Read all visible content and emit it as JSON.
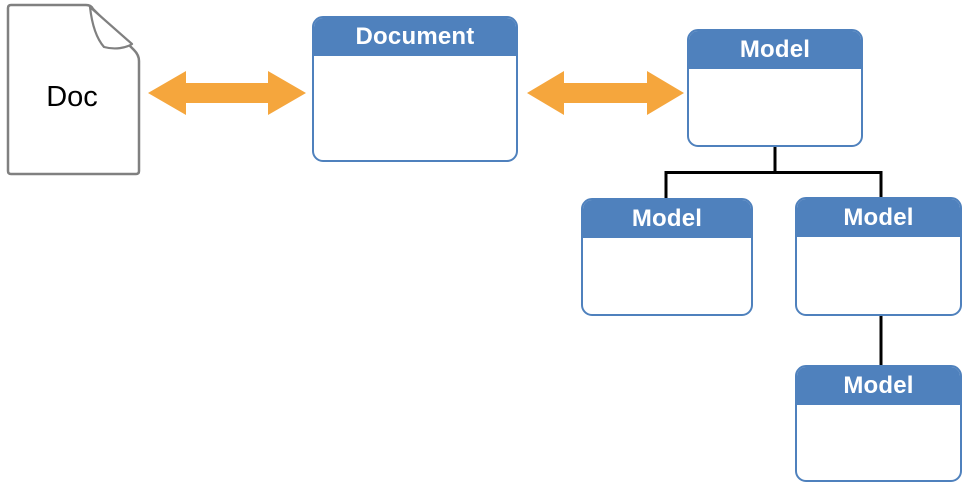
{
  "colors": {
    "box_blue": "#4f81bd",
    "arrow_orange": "#f5a63d",
    "doc_gray": "#808080",
    "connector_black": "#000000",
    "title_white": "#ffffff",
    "doc_text": "#000000",
    "background": "#ffffff"
  },
  "doc_icon": {
    "label": "Doc",
    "icon": "dog-eared-page-icon"
  },
  "arrows": {
    "doc_to_document": "double-headed-horizontal-arrow",
    "document_to_model": "double-headed-horizontal-arrow"
  },
  "nodes": {
    "document": {
      "title": "Document"
    },
    "model_root": {
      "title": "Model"
    },
    "model_child_left": {
      "title": "Model"
    },
    "model_child_right": {
      "title": "Model"
    },
    "model_grandchild": {
      "title": "Model"
    }
  }
}
